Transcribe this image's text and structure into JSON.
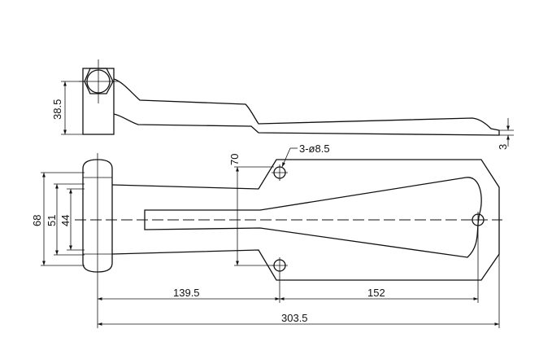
{
  "dimensions": {
    "side_height": "38.5",
    "plate_thickness": "3",
    "hole_spec": "3-ø8.5",
    "hole_spacing": "70",
    "height_overall": "68",
    "height_mid": "51",
    "height_inner": "44",
    "to_holes": "139.5",
    "hole_to_end": "152",
    "overall_length": "303.5"
  }
}
